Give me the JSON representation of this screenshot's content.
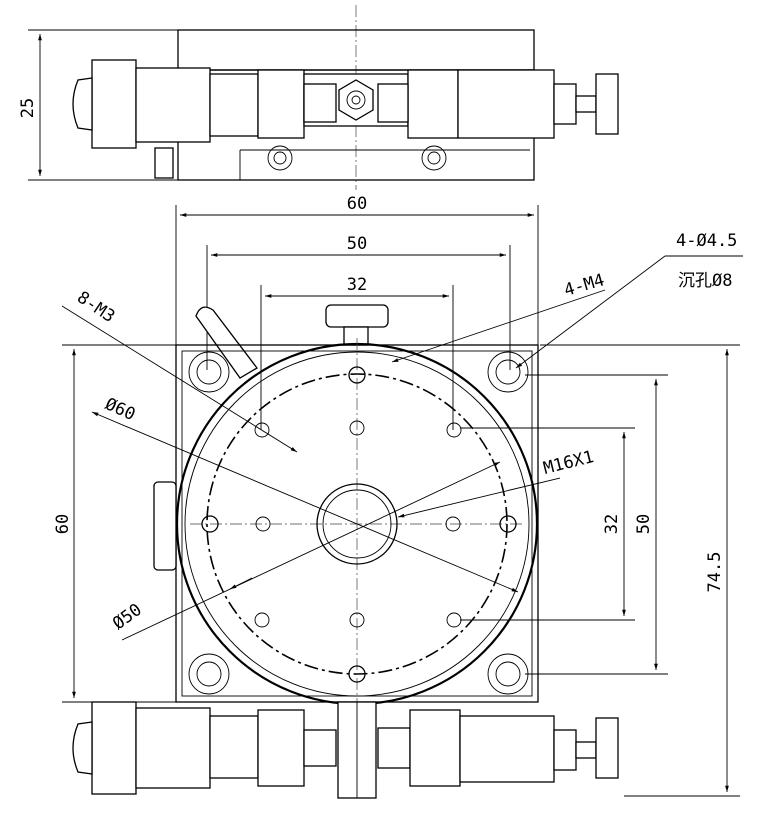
{
  "dimensions": {
    "height_side": "25",
    "width_outer": "60",
    "hole_span_50": "50",
    "hole_span_32": "32",
    "height_left": "60",
    "right_32": "32",
    "right_50": "50",
    "total_height": "74.5"
  },
  "callouts": {
    "m3": "8-M3",
    "m4": "4-M4",
    "dia45": "4-Ø4.5",
    "counterbore": "沉孔Ø8",
    "m16": "M16X1",
    "dia60": "Ø60",
    "dia50": "Ø50"
  }
}
